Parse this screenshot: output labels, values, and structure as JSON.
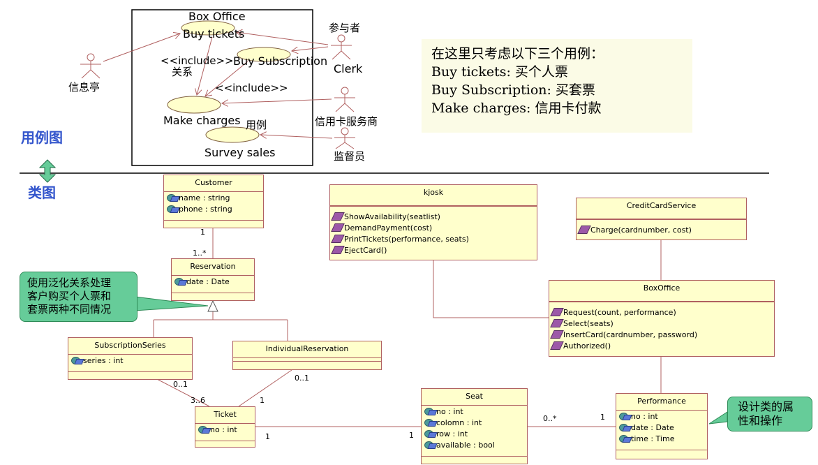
{
  "use_case_diagram": {
    "system_name": "Box Office",
    "use_cases": {
      "buy_tickets": "Buy tickets",
      "buy_subscription": "Buy Subscription",
      "make_charges": "Make charges",
      "survey_sales": "Survey sales"
    },
    "include_label": "<<include>>",
    "relation_label": "关系",
    "usecase_label": "用例",
    "participant_label": "参与者",
    "actors": {
      "kiosk": "信息亭",
      "clerk": "Clerk",
      "credit_card_service": "信用卡服务商",
      "supervisor": "监督员"
    }
  },
  "note": {
    "lines": [
      "在这里只考虑以下三个用例：",
      "Buy tickets: 买个人票",
      "Buy Subscription: 买套票",
      "Make charges: 信用卡付款"
    ]
  },
  "section_labels": {
    "use_case_diagram": "用例图",
    "class_diagram": "类图"
  },
  "classes": {
    "customer": {
      "name": "Customer",
      "attributes": [
        "name : string",
        "phone : string"
      ]
    },
    "reservation": {
      "name": "Reservation",
      "attributes": [
        "date : Date"
      ]
    },
    "subscription_series": {
      "name": "SubscriptionSeries",
      "attributes": [
        "series : int"
      ]
    },
    "individual_reservation": {
      "name": "IndividualReservation",
      "attributes": []
    },
    "ticket": {
      "name": "Ticket",
      "attributes": [
        "no : int"
      ]
    },
    "kjosk": {
      "name": "kjosk",
      "operations": [
        "ShowAvailability(seatlist)",
        "DemandPayment(cost)",
        "PrintTickets(performance, seats)",
        "EjectCard()"
      ]
    },
    "credit_card_service": {
      "name": "CreditCardService",
      "operations": [
        "Charge(cardnumber, cost)"
      ]
    },
    "box_office": {
      "name": "BoxOffice",
      "operations": [
        "Request(count, performance)",
        "Select(seats)",
        "InsertCard(cardnumber, password)",
        "Authorized()"
      ]
    },
    "seat": {
      "name": "Seat",
      "attributes": [
        "no : int",
        "colomn : int",
        "row : int",
        "available : bool"
      ]
    },
    "performance": {
      "name": "Performance",
      "attributes": [
        "no : int",
        "date : Date",
        "time : Time"
      ]
    }
  },
  "multiplicities": {
    "customer_end": "1",
    "reservation_end": "1..*",
    "subscription_end": "0..1",
    "ticket_from_subscription": "3..6",
    "individual_end": "0..1",
    "ticket_from_individual": "1",
    "ticket_to_seat": "1",
    "seat_from_ticket": "1",
    "seat_to_performance": "0..*",
    "performance_end": "1"
  },
  "callouts": {
    "generalization": [
      "使用泛化关系处理",
      "客户购买个人票和",
      "套票两种不同情况"
    ],
    "class_design": [
      "设计类的属",
      "性和操作"
    ]
  },
  "colors": {
    "class_fill": "#ffffcc",
    "class_border": "#b06060",
    "callout_fill": "#66cc99",
    "section_label": "#3355cc",
    "note_fill": "#fbfbe6"
  }
}
